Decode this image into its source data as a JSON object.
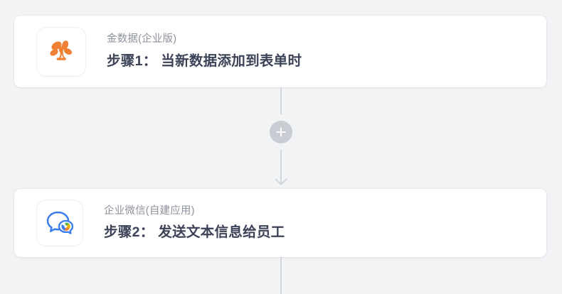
{
  "canvas": {
    "background_color": "#f2f3f5"
  },
  "steps": [
    {
      "id": "step-1",
      "app_name": "金数据(企业版)",
      "title": "步骤1： 当新数据添加到表单时",
      "icon_name": "jinshuju-tree-logo-icon",
      "icon_color": "#ef8034",
      "card_background": "#ffffff"
    },
    {
      "id": "step-2",
      "app_name": "企业微信(自建应用)",
      "title": "步骤2： 发送文本信息给员工",
      "icon_name": "wecom-chat-bubble-logo-icon",
      "icon_color": "#3a7bf0",
      "card_background": "#ffffff"
    }
  ],
  "connectors": {
    "between_step1_step2": {
      "add_button_name": "add-step-button",
      "add_button_label": "+",
      "add_button_color": "#c9ccd2",
      "line_color": "#d2d5da",
      "arrow_name": "arrow-down-icon"
    },
    "trailing": {
      "line_color": "#d2d5da"
    }
  },
  "text_colors": {
    "app_name": "#8d919c",
    "title": "#3c4257"
  }
}
